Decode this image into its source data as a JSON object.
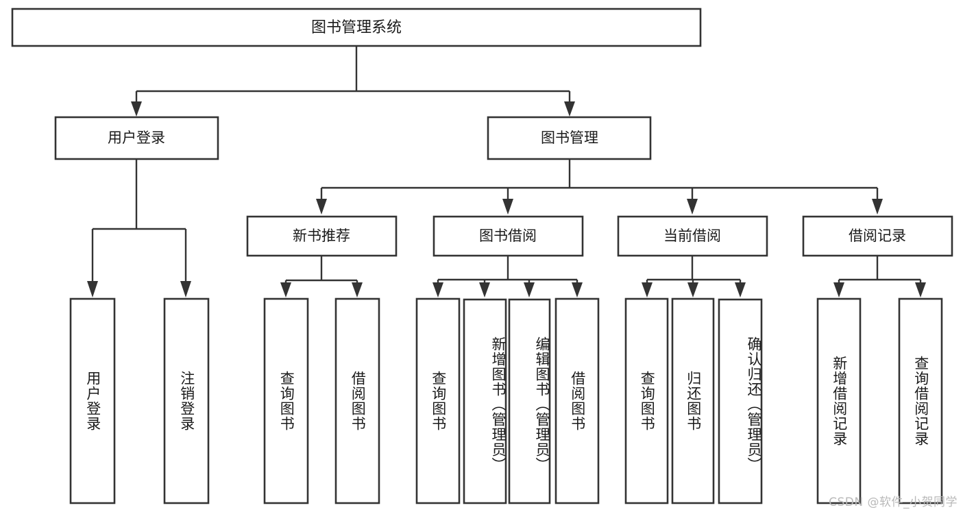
{
  "diagram": {
    "title": "图书管理系统",
    "type": "tree-hierarchy",
    "orientation": "top-down",
    "colors": {
      "box_fill": "#ffffff",
      "box_stroke": "#333333",
      "connector": "#333333",
      "text": "#1a1a1a",
      "watermark": "#b9b9b9",
      "background": "#ffffff"
    },
    "root": {
      "label": "图书管理系统",
      "orientation": "horizontal"
    },
    "level1": [
      {
        "id": "user-login",
        "label": "用户登录",
        "orientation": "horizontal"
      },
      {
        "id": "book-manage",
        "label": "图书管理",
        "orientation": "horizontal"
      }
    ],
    "level2": [
      {
        "id": "new-book-recommend",
        "label": "新书推荐",
        "orientation": "horizontal",
        "parent": "book-manage"
      },
      {
        "id": "book-borrow",
        "label": "图书借阅",
        "orientation": "horizontal",
        "parent": "book-manage"
      },
      {
        "id": "current-borrow",
        "label": "当前借阅",
        "orientation": "horizontal",
        "parent": "book-manage"
      },
      {
        "id": "borrow-record",
        "label": "借阅记录",
        "orientation": "horizontal",
        "parent": "book-manage"
      }
    ],
    "leaves": [
      {
        "id": "leaf-user-login",
        "label": "用户登录",
        "parent": "user-login",
        "orientation": "vertical"
      },
      {
        "id": "leaf-user-logout",
        "label": "注销登录",
        "parent": "user-login",
        "orientation": "vertical"
      },
      {
        "id": "leaf-query-book-1",
        "label": "查询图书",
        "parent": "new-book-recommend",
        "orientation": "vertical"
      },
      {
        "id": "leaf-borrow-book-1",
        "label": "借阅图书",
        "parent": "new-book-recommend",
        "orientation": "vertical"
      },
      {
        "id": "leaf-query-book-2",
        "label": "查询图书",
        "parent": "book-borrow",
        "orientation": "vertical"
      },
      {
        "id": "leaf-add-book",
        "label": "新增图书（管理员）",
        "parent": "book-borrow",
        "orientation": "vertical"
      },
      {
        "id": "leaf-edit-book",
        "label": "编辑图书（管理员）",
        "parent": "book-borrow",
        "orientation": "vertical"
      },
      {
        "id": "leaf-borrow-book-2",
        "label": "借阅图书",
        "parent": "book-borrow",
        "orientation": "vertical"
      },
      {
        "id": "leaf-query-book-3",
        "label": "查询图书",
        "parent": "current-borrow",
        "orientation": "vertical"
      },
      {
        "id": "leaf-return-book",
        "label": "归还图书",
        "parent": "current-borrow",
        "orientation": "vertical"
      },
      {
        "id": "leaf-confirm-return",
        "label": "确认归还（管理员）",
        "parent": "current-borrow",
        "orientation": "vertical"
      },
      {
        "id": "leaf-add-record",
        "label": "新增借阅记录",
        "parent": "borrow-record",
        "orientation": "vertical"
      },
      {
        "id": "leaf-query-record",
        "label": "查询借阅记录",
        "parent": "borrow-record",
        "orientation": "vertical"
      }
    ],
    "watermark": "CSDN @软件_小贺同学"
  }
}
